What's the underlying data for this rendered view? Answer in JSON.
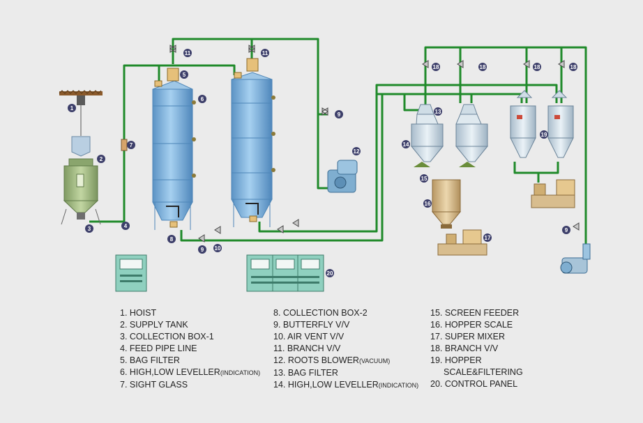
{
  "diagram": {
    "markers": [
      "1",
      "2",
      "3",
      "4",
      "5",
      "6",
      "7",
      "8",
      "9",
      "10",
      "11",
      "11",
      "12",
      "9",
      "13",
      "14",
      "15",
      "16",
      "17",
      "18",
      "18",
      "18",
      "18",
      "19",
      "20",
      "9"
    ]
  },
  "legend": {
    "col1": [
      {
        "text": "1. HOIST"
      },
      {
        "text": "2. SUPPLY TANK"
      },
      {
        "text": "3. COLLECTION BOX-1"
      },
      {
        "text": "4. FEED PIPE LINE"
      },
      {
        "text": "5. BAG FILTER"
      },
      {
        "text": "6. HIGH,LOW LEVELLER",
        "small": "(INDICATION)"
      },
      {
        "text": "7. SIGHT GLASS"
      }
    ],
    "col2": [
      {
        "text": "8. COLLECTION BOX-2"
      },
      {
        "text": "9. BUTTERFLY V/V"
      },
      {
        "text": "10. AIR VENT V/V"
      },
      {
        "text": "11. BRANCH V/V"
      },
      {
        "text": "12. ROOTS BLOWER",
        "small": "(VACUUM)"
      },
      {
        "text": "13. BAG FILTER"
      },
      {
        "text": "14. HIGH,LOW LEVELLER",
        "small": "(INDICATION)"
      }
    ],
    "col3": [
      {
        "text": "15. SCREEN FEEDER"
      },
      {
        "text": "16. HOPPER SCALE"
      },
      {
        "text": "17. SUPER MIXER"
      },
      {
        "text": "18. BRANCH V/V"
      },
      {
        "text": "19. HOPPER"
      },
      {
        "text": "SCALE&FILTERING",
        "cont": true
      },
      {
        "text": "20. CONTROL PANEL"
      }
    ]
  },
  "colors": {
    "pipe": "#1f8a2a",
    "tank": "#8cc0e6",
    "tank_dark": "#4d86b8",
    "bin": "#cfdde6",
    "supply": "#a9c08a",
    "hopper": "#d8bd8e",
    "panel": "#8fd0bf",
    "marker": "#3d3f6a",
    "background": "#ebebeb"
  }
}
